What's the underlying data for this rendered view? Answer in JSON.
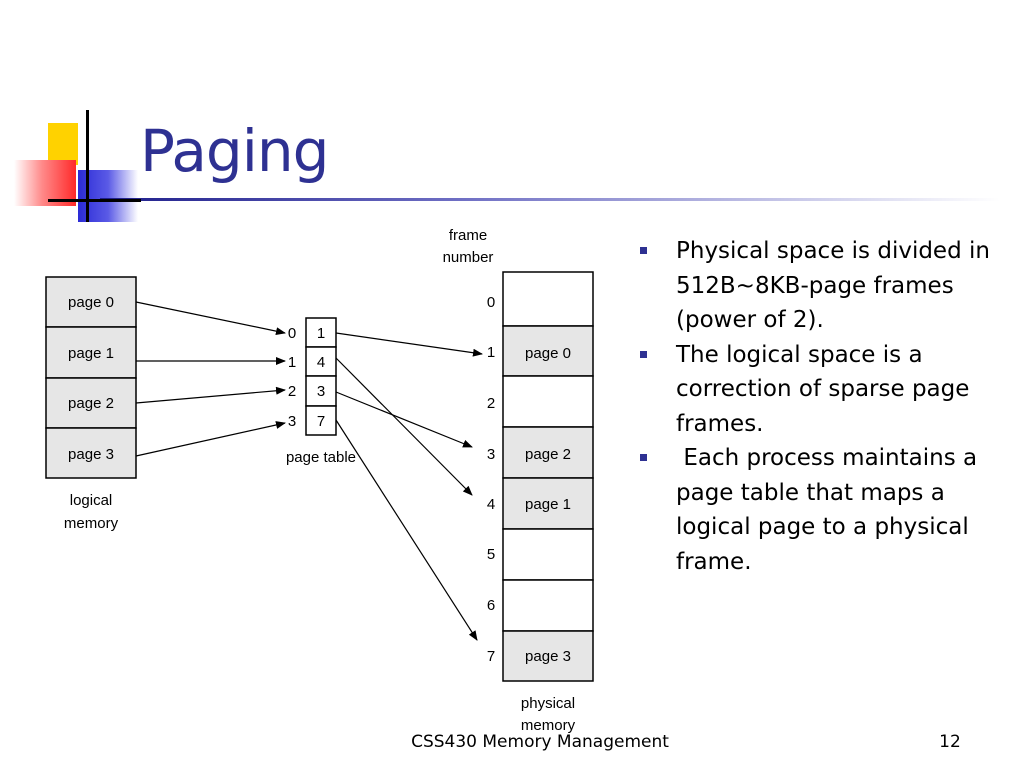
{
  "slide": {
    "title": "Paging",
    "footer": "CSS430 Memory Management",
    "page_number": "12"
  },
  "diagram": {
    "logical_memory": {
      "label_line1": "logical",
      "label_line2": "memory",
      "pages": [
        "page 0",
        "page 1",
        "page 2",
        "page 3"
      ]
    },
    "page_table": {
      "label": "page table",
      "indices": [
        "0",
        "1",
        "2",
        "3"
      ],
      "frames": [
        "1",
        "4",
        "3",
        "7"
      ]
    },
    "physical_memory": {
      "header_line1": "frame",
      "header_line2": "number",
      "label_line1": "physical",
      "label_line2": "memory",
      "frame_numbers": [
        "0",
        "1",
        "2",
        "3",
        "4",
        "5",
        "6",
        "7"
      ],
      "frame_contents": [
        "",
        "page 0",
        "",
        "page 2",
        "page 1",
        "",
        "",
        "page 3"
      ]
    }
  },
  "bullets": [
    "Physical space is divided in 512B~8KB-page frames (power of 2).",
    "The logical space is a correction of sparse page frames.",
    " Each process maintains a page table that maps a logical page to a physical frame."
  ],
  "colors": {
    "title": "#2e3192",
    "bullet": "#2e3192",
    "box_fill": "#e6e6e6"
  }
}
